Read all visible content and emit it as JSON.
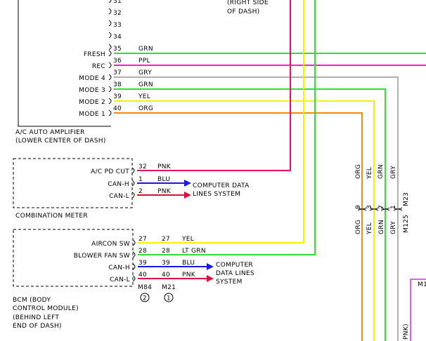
{
  "colors": {
    "grn": "#33dd33",
    "ppl": "#ff22cc",
    "gry": "#b0b0b0",
    "yel": "#f2f200",
    "org": "#ff8800",
    "pnk": "#e0106a",
    "blu": "#1a1ad8",
    "red": "#d8103c",
    "ppl2": "#e060e0"
  },
  "amplifier": {
    "pins_top": [
      "31",
      "32",
      "33",
      "34"
    ],
    "rows": [
      {
        "label": "FRESH",
        "pin": "35",
        "color_code": "GRN"
      },
      {
        "label": "REC",
        "pin": "36",
        "color_code": "PPL"
      },
      {
        "label": "MODE 4",
        "pin": "37",
        "color_code": "GRY"
      },
      {
        "label": "MODE 3",
        "pin": "38",
        "color_code": "GRN"
      },
      {
        "label": "MODE 2",
        "pin": "39",
        "color_code": "YEL"
      },
      {
        "label": "MODE 1",
        "pin": "40",
        "color_code": "ORG"
      }
    ],
    "title_1": "A/C AUTO AMPLIFIER",
    "title_2": "(LOWER CENTER OF DASH)",
    "top_note_1": "(RIGHT SIDE",
    "top_note_2": "OF DASH)"
  },
  "combination_meter": {
    "title": "COMBINATION METER",
    "rows": [
      {
        "label": "A/C PD CUT",
        "pin": "32",
        "color_code": "PNK"
      },
      {
        "label": "CAN-H",
        "pin": "1",
        "color_code": "BLU"
      },
      {
        "label": "CAN-L",
        "pin": "2",
        "color_code": "PNK"
      }
    ],
    "arrow_text_1": "COMPUTER DATA",
    "arrow_text_2": "LINES SYSTEM"
  },
  "bcm": {
    "rows": [
      {
        "label": "AIRCON SW",
        "pin": "27",
        "pin2": "27",
        "color_code": "YEL"
      },
      {
        "label": "BLOWER FAN SW",
        "pin": "28",
        "pin2": "28",
        "color_code": "LT GRN"
      },
      {
        "label": "CAN-H",
        "pin": "39",
        "pin2": "39",
        "color_code": "BLU"
      },
      {
        "label": "CAN-L",
        "pin": "40",
        "pin2": "40",
        "color_code": "PNK"
      }
    ],
    "arrow_text_1": "COMPUTER",
    "arrow_text_2": "DATA LINES",
    "arrow_text_3": "SYSTEM",
    "connector_1": "M84",
    "connector_2": "M21",
    "circle_1": "2",
    "circle_2": "1",
    "title_1": "BCM (BODY",
    "title_2": "CONTROL MODULE)",
    "title_3": "(BEHIND LEFT",
    "title_4": "END OF DASH)"
  },
  "vertical_connector": {
    "upper_labels": [
      "ORG",
      "YEL",
      "GRN",
      "GRY"
    ],
    "pins": [
      "9",
      "3",
      "7",
      "1"
    ],
    "lower_labels": [
      "ORG",
      "YEL",
      "GRN",
      "GRY"
    ],
    "connector_upper": "M23",
    "connector_lower": "M125",
    "right_edge_label": "PNK)",
    "right_edge_top": "M1"
  }
}
